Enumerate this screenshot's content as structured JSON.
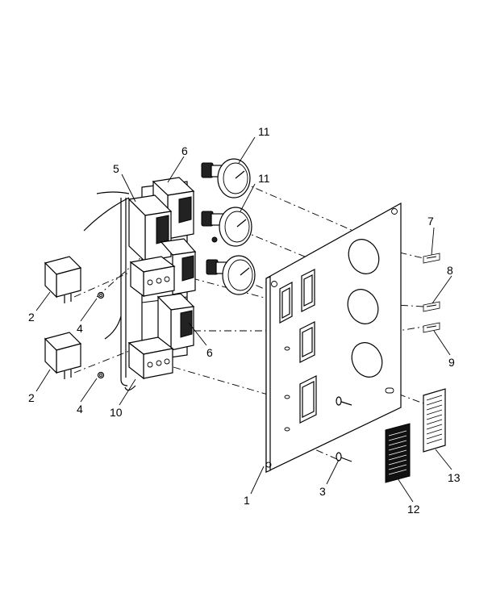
{
  "callouts": {
    "c1": "1",
    "c2a": "2",
    "c2b": "2",
    "c3": "3",
    "c4a": "4",
    "c4b": "4",
    "c5": "5",
    "c6a": "6",
    "c6b": "6",
    "c7": "7",
    "c8": "8",
    "c9": "9",
    "c10": "10",
    "c11a": "11",
    "c11b": "11",
    "c12": "12",
    "c13": "13"
  }
}
